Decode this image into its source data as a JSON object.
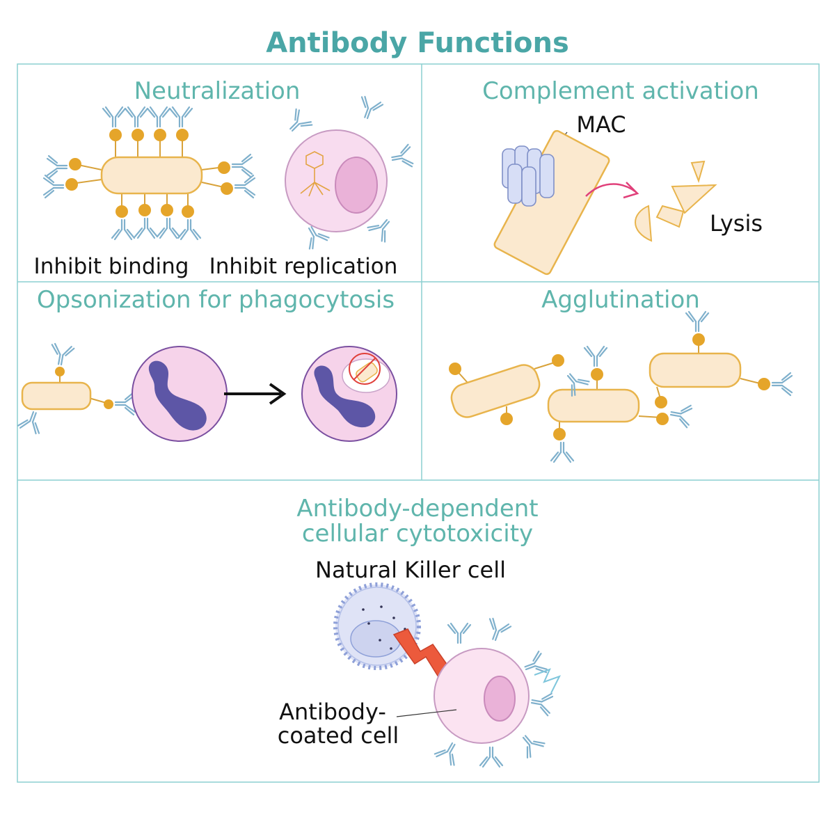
{
  "title": "Antibody Functions",
  "panels": {
    "neutralization": {
      "heading": "Neutralization",
      "label_left": "Inhibit binding",
      "label_right": "Inhibit replication"
    },
    "complement": {
      "heading": "Complement activation",
      "label_mac": "MAC",
      "label_lysis": "Lysis"
    },
    "opsonization": {
      "heading": "Opsonization for phagocytosis"
    },
    "agglutination": {
      "heading": "Agglutination"
    },
    "adcc": {
      "heading_line1": "Antibody-dependent",
      "heading_line2": "cellular cytotoxicity",
      "label_nk": "Natural Killer cell",
      "label_coated_line1": "Antibody-",
      "label_coated_line2": "coated cell"
    }
  },
  "colors": {
    "accent_teal": "#5fb5ac",
    "antigen_gold": "#e5a52a",
    "antibody_blue": "#7fb0cc",
    "bacterium_fill": "#fbe9cf",
    "cell_pink": "#f6d3ea",
    "lightning_red": "#ec5a3c"
  }
}
